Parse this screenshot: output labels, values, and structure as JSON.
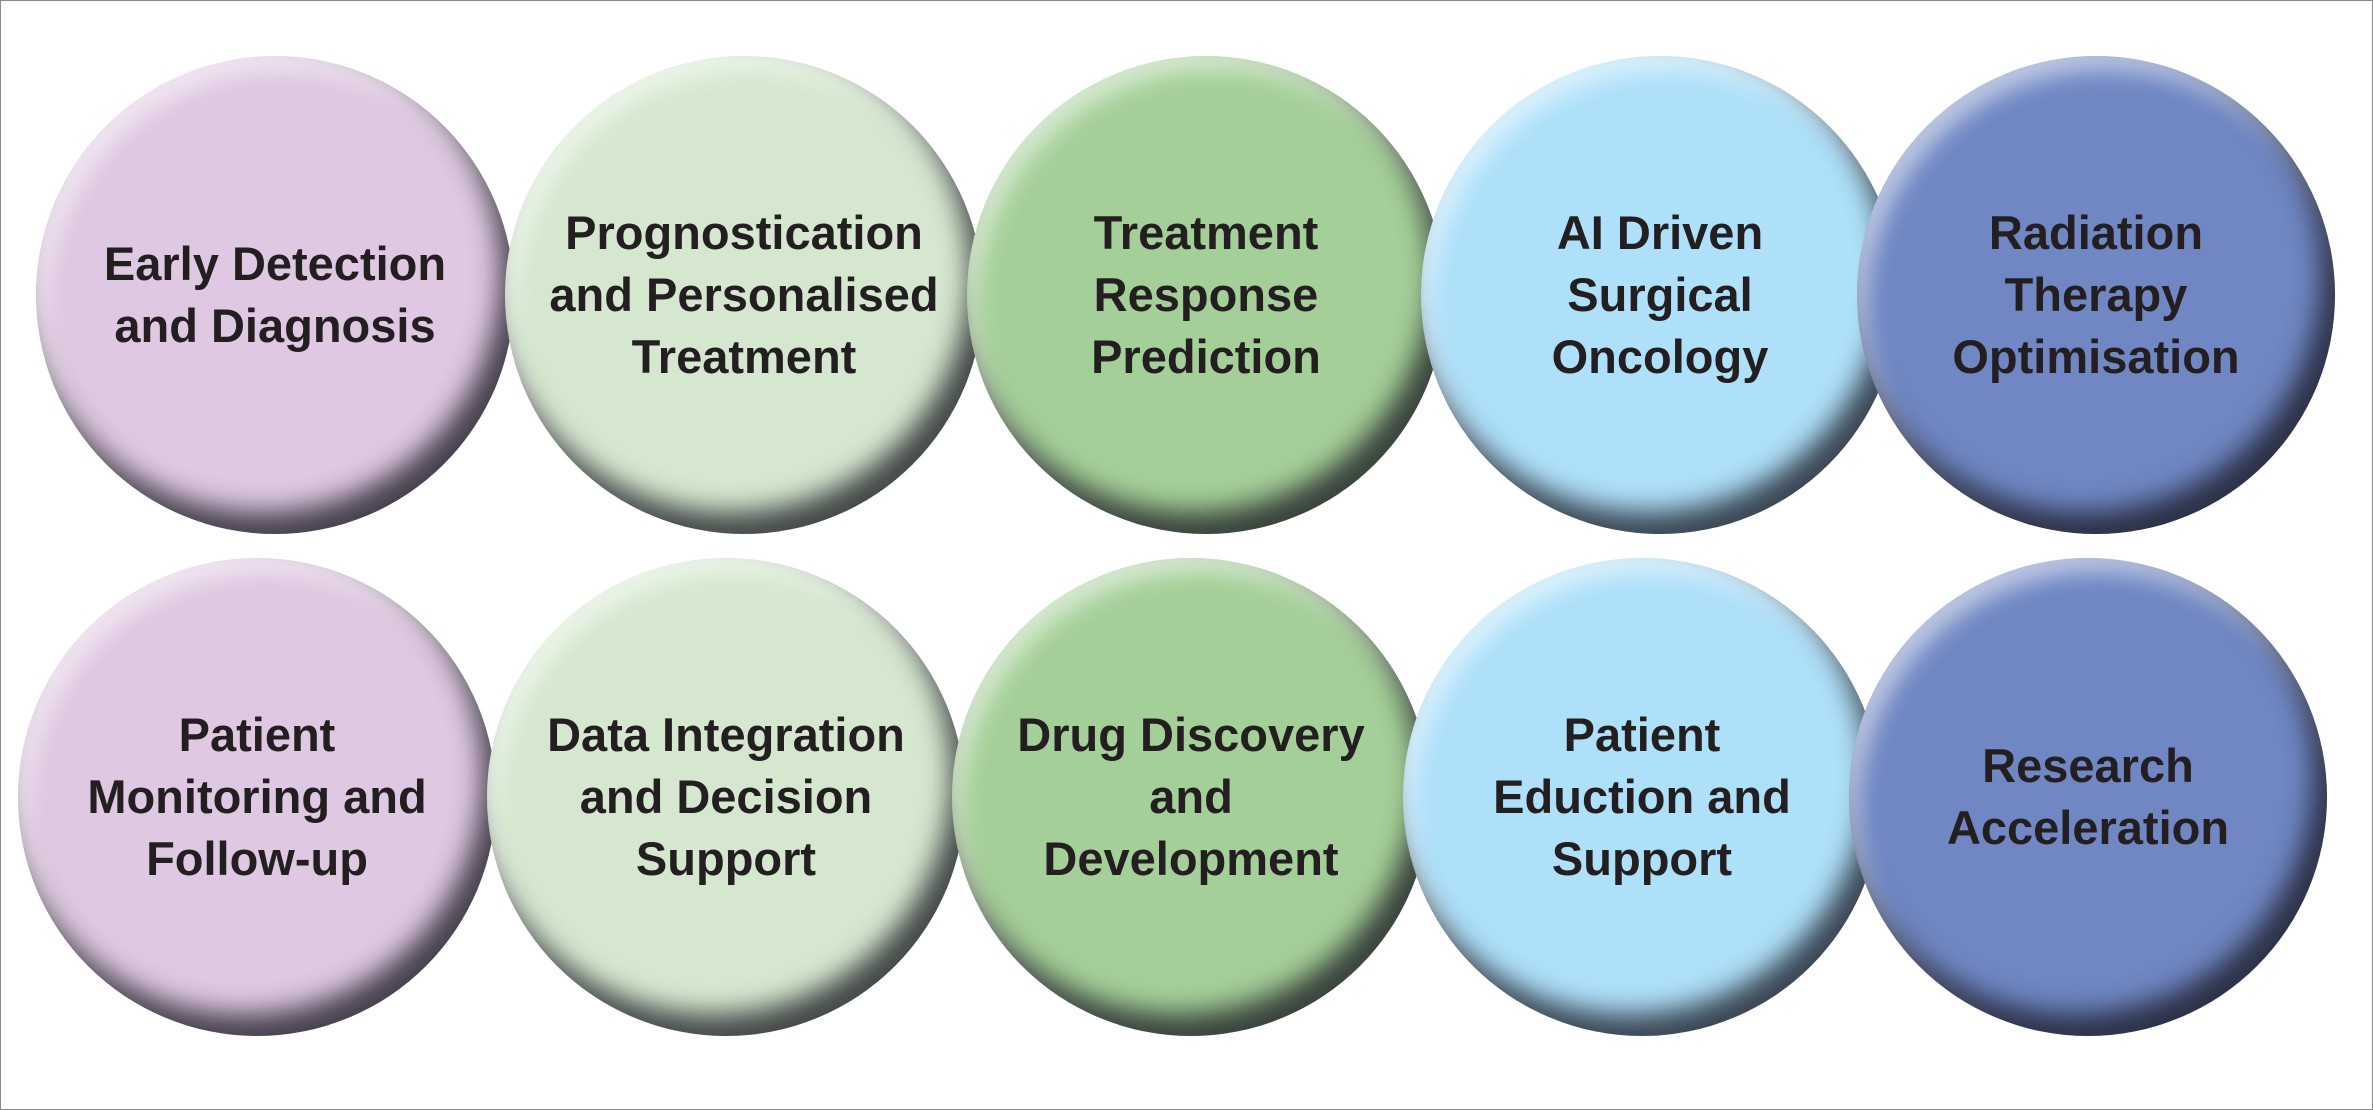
{
  "row1": [
    {
      "label": "Early Detection\nand Diagnosis",
      "color": "#dfc8e1"
    },
    {
      "label": "Prognostication\nand Personalised\nTreatment",
      "color": "#d5e8cf"
    },
    {
      "label": "Treatment\nResponse\nPrediction",
      "color": "#a5cf98"
    },
    {
      "label": "AI Driven\nSurgical\nOncology",
      "color": "#aee0f9"
    },
    {
      "label": "Radiation\nTherapy\nOptimisation",
      "color": "#7087c3"
    }
  ],
  "row2": [
    {
      "label": "Patient\nMonitoring and\nFollow-up",
      "color": "#dfc8e1"
    },
    {
      "label": "Data Integration\nand Decision\nSupport",
      "color": "#d5e8cf"
    },
    {
      "label": "Drug Discovery\nand\nDevelopment",
      "color": "#a5cf98"
    },
    {
      "label": "Patient\nEduction and\nSupport",
      "color": "#aee0f9"
    },
    {
      "label": "Research\nAcceleration",
      "color": "#7087c3"
    }
  ]
}
